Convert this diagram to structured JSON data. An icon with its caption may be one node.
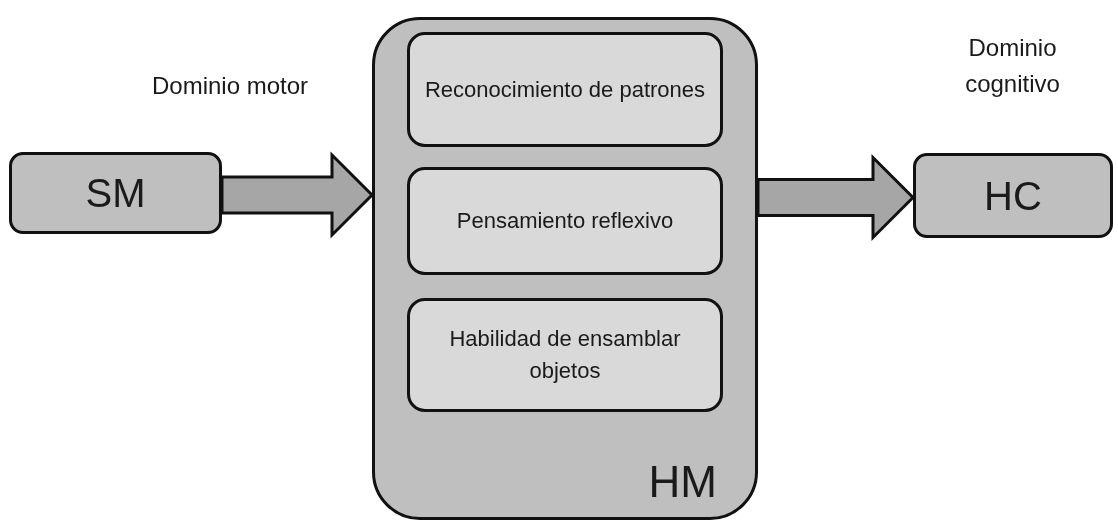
{
  "diagram": {
    "nodes": [
      {
        "text": [
          "SM"
        ]
      },
      {
        "text": [
          "HM"
        ]
      },
      {
        "text": [
          "Reconocimiento de patrones"
        ],
        "in": 1
      },
      {
        "text": [
          "Pensamiento reflexivo"
        ],
        "in": 1
      },
      {
        "text": [
          "Habilidad de ensamblar objetos"
        ],
        "in": 1
      },
      {
        "text": [
          "HC"
        ]
      }
    ],
    "edges": [
      {
        "from": 0,
        "to": 1,
        "arrow": "to",
        "style": "thick"
      },
      {
        "from": 1,
        "to": 5,
        "arrow": "to",
        "style": "thick"
      }
    ],
    "labels": [
      "Dominio motor",
      "Dominio cognitivo"
    ]
  }
}
